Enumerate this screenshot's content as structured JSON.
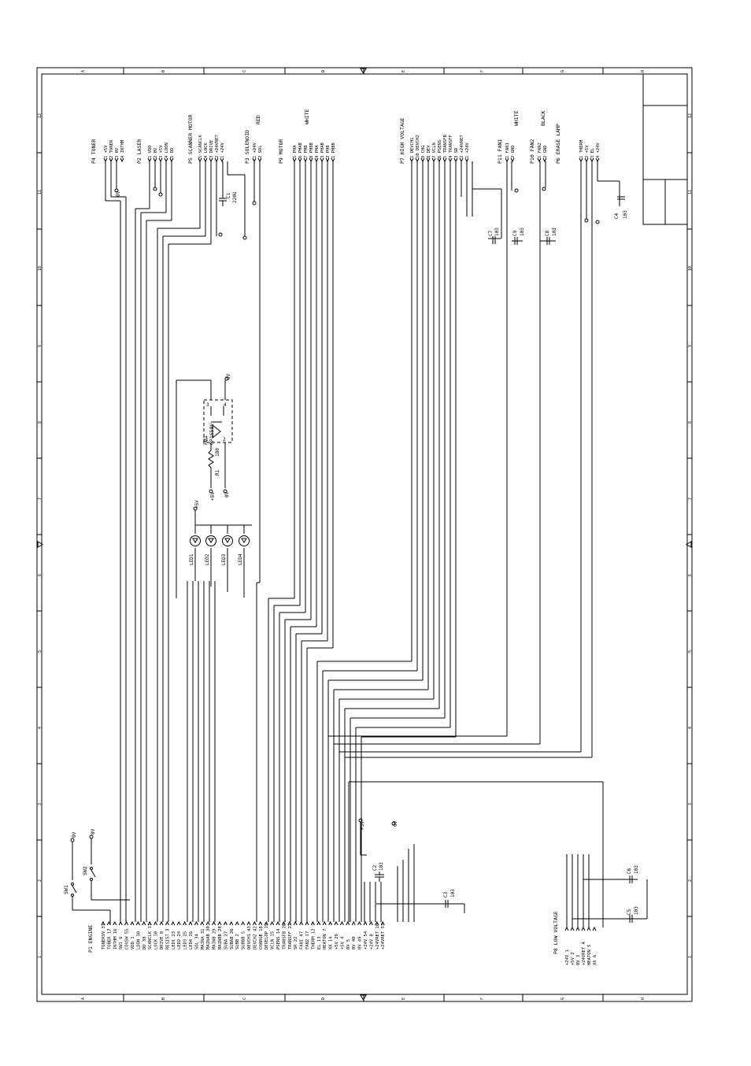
{
  "border": {
    "top_letters": [
      "A",
      "B",
      "C",
      "D",
      "E",
      "F",
      "G",
      "H"
    ],
    "side_numbers": [
      "12",
      "11",
      "10",
      "9",
      "8",
      "7",
      "6",
      "5",
      "4",
      "3",
      "2",
      "1"
    ]
  },
  "components": {
    "p4": {
      "title": "P4 TONER",
      "pins": [
        "1 +5V",
        "2 TONER",
        "3 0V",
        "4 INTHM"
      ]
    },
    "p2": {
      "title": "P2 LASER",
      "pins": [
        "1 VDD",
        "2 0V",
        "3 +5V",
        "4 LDON",
        "5 DD"
      ]
    },
    "p5": {
      "title": "P5 SCANNER MOTOR",
      "pins": [
        "5 SCANCLK",
        "4 LOCK",
        "3 DRIVE",
        "2 +24VRET",
        "1 +24V"
      ]
    },
    "p3": {
      "title": "P3 SOLENOID",
      "pins": [
        "1 +24V",
        "2 SOL"
      ],
      "color": "RED"
    },
    "p9": {
      "title": "P9 MOTOR",
      "pins": [
        "5 PHA",
        "6 PHAB",
        "7 PHB",
        "8 PHBB",
        "4 PHA",
        "3 PHAB",
        "2 PHB",
        "1 PHBB"
      ],
      "color": "WHITE"
    },
    "p7": {
      "title": "P7 HIGH VOLTAGE",
      "pins": [
        "1 DEVCH1",
        "10 DEVCH2",
        "9 CHG",
        "8 DEV",
        "7 VCLN",
        "6 PSENS",
        "5 TRANSFB",
        "4 TRANSFF",
        "3 SR",
        "2 +24VRET",
        "1 +24V"
      ]
    },
    "p11": {
      "title": "P11 FAN1",
      "pins": [
        "1 FAN1",
        "2 GND"
      ],
      "color": "WHITE"
    },
    "p10": {
      "title": "P10 FAN2",
      "pins": [
        "1 FAN2",
        "2 GND"
      ],
      "color": "BLACK"
    },
    "p6": {
      "title": "P6 ERASE LAMP",
      "pins": [
        "1 THERM",
        "2 +5V",
        "3 EL",
        "4 +24V"
      ]
    },
    "p1": {
      "title": "P1 ENGINE",
      "pins": [
        "TONERSV 37",
        "TONER 17",
        "INTHM 16",
        "SW1 6",
        "COVSW 55",
        "VDD 1",
        "LDON 30",
        "DD 38",
        "SCANCLK 11",
        "LOCK 10",
        "DRIVE 8",
        "RESIST 3",
        "LED1 23",
        "LED2 24",
        "LED3 25",
        "LED4 26",
        "SOL 34",
        "MAINA 31",
        "MAINAB 30",
        "MAINB 29",
        "MAINBB 28",
        "SUBA 27",
        "SUBAB 26",
        "SUBB 2",
        "SUBBB 5",
        "DEVCH1 43",
        "DEVCH2 42",
        "CHARGE 18",
        "DEVELOP 19",
        "VCLN 15",
        "PSENS 14",
        "TRANSFB 20",
        "TRANSFF 21",
        "SR 22",
        "FAN1 47",
        "FAN2 17",
        "THERM 12",
        "EL 13",
        "HEATON 7",
        "XX 14",
        "+5V 29",
        "+5V 4",
        "0V 5",
        "0V 40",
        "0V 49",
        "+24V 54",
        "+24V 8",
        "+24VRET 18",
        "+24VRET 53"
      ]
    },
    "p8": {
      "title": "P8 LOW VOLTAGE",
      "pins": [
        "+24V 1",
        "+5V 2",
        "0V 3",
        "+24VRET 4",
        "HEATON 5",
        "XX 6"
      ]
    },
    "ph1": {
      "ref": "PH1",
      "part": "GP1S58V",
      "pins": [
        "1",
        "2",
        "3",
        "4"
      ]
    },
    "r1": {
      "ref": "R1",
      "value": "180"
    },
    "c1": {
      "ref": "C1",
      "value": "220U"
    },
    "c2": {
      "ref": "C2",
      "value": "103"
    },
    "c3": {
      "ref": "C3",
      "value": "103"
    },
    "c4": {
      "ref": "C4",
      "value": "103"
    },
    "c5": {
      "ref": "C5",
      "value": "103"
    },
    "c6": {
      "ref": "C6",
      "value": "103"
    },
    "c7": {
      "ref": "C7",
      "value": "103"
    },
    "c8": {
      "ref": "C8",
      "value": "103"
    },
    "c9": {
      "ref": "C9",
      "value": "103"
    },
    "leds": [
      "LED1",
      "LED2",
      "LED3",
      "LED4"
    ],
    "sw1": "SW1",
    "sw2": "SW2"
  },
  "net_labels": {
    "v5": "+5V",
    "v0": "0V",
    "v24": "+24V",
    "v24r": "+24VRET"
  }
}
